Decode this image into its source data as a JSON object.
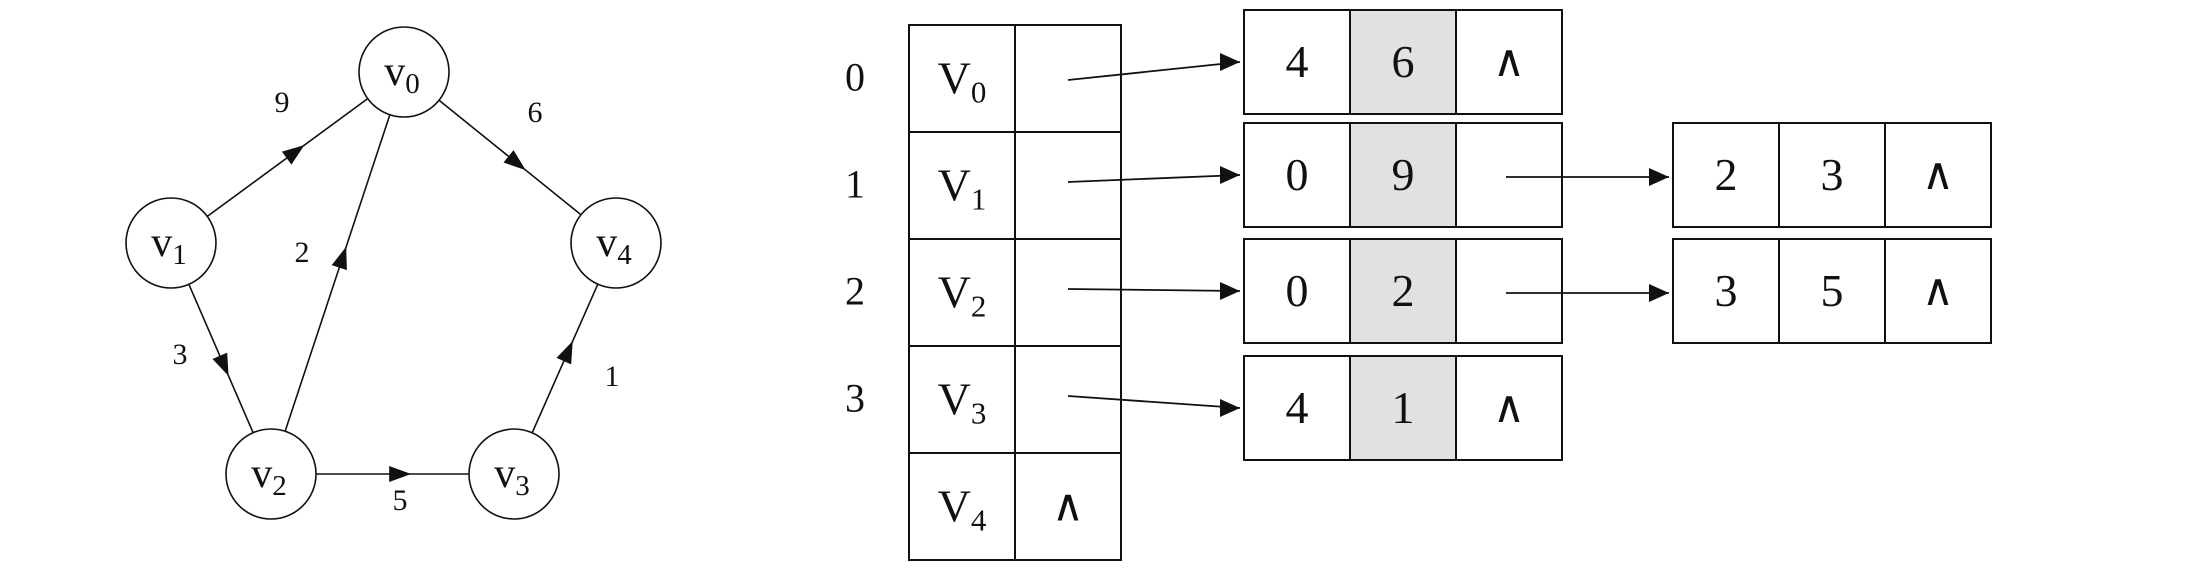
{
  "graph": {
    "nodes": [
      {
        "id": "v0",
        "letter": "v",
        "sub": "0"
      },
      {
        "id": "v1",
        "letter": "v",
        "sub": "1"
      },
      {
        "id": "v2",
        "letter": "v",
        "sub": "2"
      },
      {
        "id": "v3",
        "letter": "v",
        "sub": "3"
      },
      {
        "id": "v4",
        "letter": "v",
        "sub": "4"
      }
    ],
    "edges": [
      {
        "from": "v1",
        "to": "v0",
        "weight": "9"
      },
      {
        "from": "v0",
        "to": "v4",
        "weight": "6"
      },
      {
        "from": "v2",
        "to": "v0",
        "weight": "2"
      },
      {
        "from": "v1",
        "to": "v2",
        "weight": "3"
      },
      {
        "from": "v2",
        "to": "v3",
        "weight": "5"
      },
      {
        "from": "v3",
        "to": "v4",
        "weight": "1"
      }
    ]
  },
  "adjacency_list": {
    "indices": [
      "0",
      "1",
      "2",
      "3"
    ],
    "vertices": [
      {
        "letter": "V",
        "sub": "0",
        "first_ptr": ""
      },
      {
        "letter": "V",
        "sub": "1",
        "first_ptr": ""
      },
      {
        "letter": "V",
        "sub": "2",
        "first_ptr": ""
      },
      {
        "letter": "V",
        "sub": "3",
        "first_ptr": ""
      },
      {
        "letter": "V",
        "sub": "4",
        "first_ptr": "∧"
      }
    ],
    "edge_lists": [
      [
        {
          "adjvex": "4",
          "weight": "6",
          "next": "∧"
        }
      ],
      [
        {
          "adjvex": "0",
          "weight": "9",
          "next": ""
        },
        {
          "adjvex": "2",
          "weight": "3",
          "next": "∧"
        }
      ],
      [
        {
          "adjvex": "0",
          "weight": "2",
          "next": ""
        },
        {
          "adjvex": "3",
          "weight": "5",
          "next": "∧"
        }
      ],
      [
        {
          "adjvex": "4",
          "weight": "1",
          "next": "∧"
        }
      ]
    ]
  },
  "colors": {
    "line": "#111111",
    "weight_cell_fill": "#e1e1e1",
    "background": "#ffffff"
  }
}
